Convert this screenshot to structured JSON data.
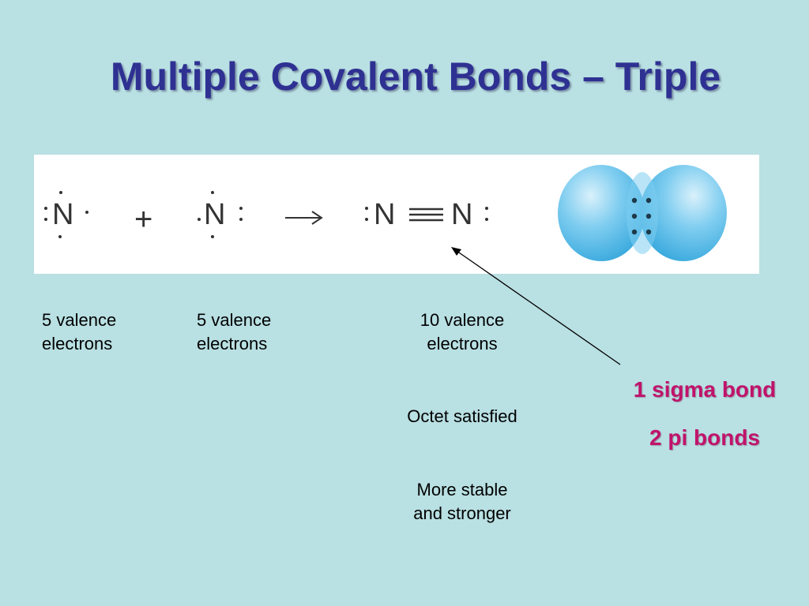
{
  "slide": {
    "title": "Multiple Covalent Bonds – Triple",
    "background_color": "#b9e0e3",
    "title_color": "#2e3192",
    "accent_color": "#c0136b"
  },
  "equation": {
    "atom1": "N",
    "atom2": "N",
    "product_left": "N",
    "product_right": "N",
    "plus": "+",
    "arrow": "→"
  },
  "captions": {
    "atom1_line1": "5 valence",
    "atom1_line2": "electrons",
    "atom2_line1": "5 valence",
    "atom2_line2": "electrons",
    "product_line1": "10 valence",
    "product_line2": "electrons",
    "octet": "Octet satisfied",
    "stable_line1": "More stable",
    "stable_line2": "and stronger"
  },
  "bonds": {
    "sigma": "1 sigma bond",
    "pi": "2 pi bonds"
  }
}
